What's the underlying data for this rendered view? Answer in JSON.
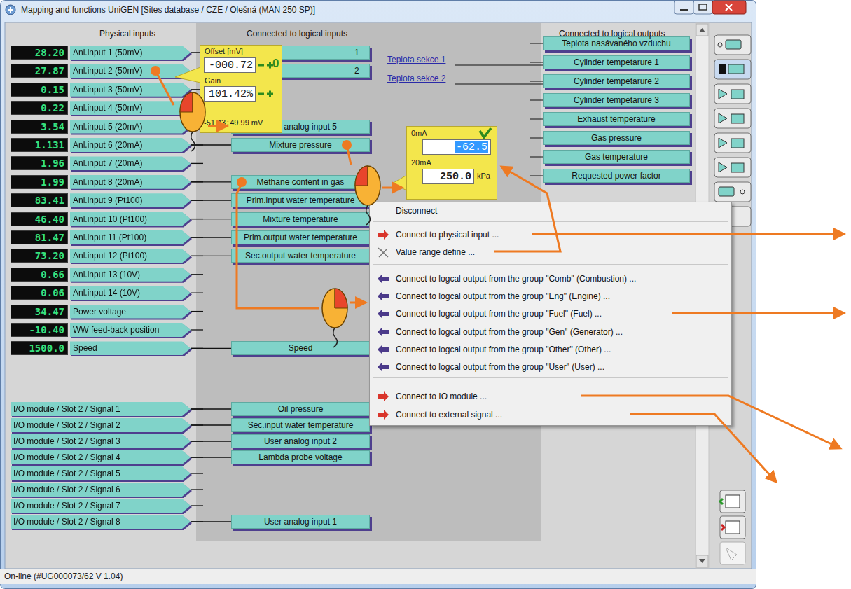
{
  "diagram": {
    "title": "Mapping and functions UniGEN [Sites database / CZE / Olešná (MAN 250 SP)]",
    "nodes": [
      {
        "text": [
          "28.20"
        ]
      },
      {
        "text": [
          "Anl.input 1 (50mV)"
        ]
      },
      {
        "text": [
          "27.87"
        ]
      },
      {
        "text": [
          "Anl.input 2 (50mV)"
        ]
      },
      {
        "text": [
          "0.15"
        ]
      },
      {
        "text": [
          "Anl.input 3 (50mV)"
        ]
      },
      {
        "text": [
          "0.22"
        ]
      },
      {
        "text": [
          "Anl.input 4 (50mV)"
        ]
      },
      {
        "text": [
          "3.54"
        ]
      },
      {
        "text": [
          "Anl.input 5 (20mA)"
        ]
      },
      {
        "text": [
          "1.131"
        ]
      },
      {
        "text": [
          "Anl.input 6 (20mA)"
        ]
      },
      {
        "text": [
          "1.96"
        ]
      },
      {
        "text": [
          "Anl.input 7 (20mA)"
        ]
      },
      {
        "text": [
          "1.99"
        ]
      },
      {
        "text": [
          "Anl.input 8 (20mA)"
        ]
      },
      {
        "text": [
          "83.41"
        ]
      },
      {
        "text": [
          "Anl.input 9 (Pt100)"
        ]
      },
      {
        "text": [
          "46.40"
        ]
      },
      {
        "text": [
          "Anl.input 10 (Pt100)"
        ]
      },
      {
        "text": [
          "81.47"
        ]
      },
      {
        "text": [
          "Anl.input 11 (Pt100)"
        ]
      },
      {
        "text": [
          "73.20"
        ]
      },
      {
        "text": [
          "Anl.input 12 (Pt100)"
        ]
      },
      {
        "text": [
          "0.66"
        ]
      },
      {
        "text": [
          "Anl.input 13 (10V)"
        ]
      },
      {
        "text": [
          "0.06"
        ]
      },
      {
        "text": [
          "Anl.input 14 (10V)"
        ]
      },
      {
        "text": [
          "34.47"
        ]
      },
      {
        "text": [
          "Power voltage"
        ]
      },
      {
        "text": [
          "-10.40"
        ]
      },
      {
        "text": [
          "WW feed-back position"
        ]
      },
      {
        "text": [
          "1500.0"
        ]
      },
      {
        "text": [
          "Speed"
        ]
      },
      {
        "text": [
          "I/O module / Slot 2 / Signal 1"
        ]
      },
      {
        "text": [
          "I/O module / Slot 2 / Signal 2"
        ]
      },
      {
        "text": [
          "I/O module / Slot 2 / Signal 3"
        ]
      },
      {
        "text": [
          "I/O module / Slot 2 / Signal 4"
        ]
      },
      {
        "text": [
          "I/O module / Slot 2 / Signal 5"
        ]
      },
      {
        "text": [
          "I/O module / Slot 2 / Signal 6"
        ]
      },
      {
        "text": [
          "I/O module / Slot 2 / Signal 7"
        ]
      },
      {
        "text": [
          "I/O module / Slot 2 / Signal 8"
        ]
      },
      {
        "text": [
          "User analog input 5"
        ]
      },
      {
        "text": [
          "Mixture pressure"
        ]
      },
      {
        "text": [
          "Methane content in gas"
        ]
      },
      {
        "text": [
          "Prim.input water temperature"
        ]
      },
      {
        "text": [
          "Mixture temperature"
        ]
      },
      {
        "text": [
          "Prim.output water temperature"
        ]
      },
      {
        "text": [
          "Sec.output water temperature"
        ]
      },
      {
        "text": [
          "Speed"
        ]
      },
      {
        "text": [
          "Oil pressure"
        ]
      },
      {
        "text": [
          "Sec.input water temperature"
        ]
      },
      {
        "text": [
          "User analog input 2"
        ]
      },
      {
        "text": [
          "Lambda probe voltage"
        ]
      },
      {
        "text": [
          "User analog input 1"
        ]
      },
      {
        "text": [
          "Teplota nasávaného vzduchu"
        ]
      },
      {
        "text": [
          "Cylinder tempetarure 1"
        ]
      },
      {
        "text": [
          "Cylinder tempetarure 2"
        ]
      },
      {
        "text": [
          "Cylinder tempetarure 3"
        ]
      },
      {
        "text": [
          "Exhaust temperature"
        ]
      },
      {
        "text": [
          "Gas pressure"
        ]
      },
      {
        "text": [
          "Gas temperature"
        ]
      },
      {
        "text": [
          "Requested power factor"
        ]
      }
    ],
    "edges": [
      {
        "from": 9,
        "to": 42,
        "arrow": "none"
      },
      {
        "from": 11,
        "to": 43,
        "arrow": "none"
      },
      {
        "from": 15,
        "to": 44,
        "arrow": "none"
      },
      {
        "from": 17,
        "to": 45,
        "arrow": "none"
      },
      {
        "from": 19,
        "to": 46,
        "arrow": "none"
      },
      {
        "from": 21,
        "to": 47,
        "arrow": "none"
      },
      {
        "from": 23,
        "to": 48,
        "arrow": "none"
      },
      {
        "from": 33,
        "to": 49,
        "arrow": "none"
      },
      {
        "from": 34,
        "to": 50,
        "arrow": "none"
      },
      {
        "from": 35,
        "to": 51,
        "arrow": "none"
      },
      {
        "from": 36,
        "to": 52,
        "arrow": "none"
      },
      {
        "from": 37,
        "to": 53,
        "arrow": "none"
      },
      {
        "from": 41,
        "to": 54,
        "arrow": "none"
      }
    ],
    "labels": [
      "Physical inputs",
      "Connected to logical inputs",
      "Connected to logical outputs",
      "1",
      "2",
      "Teplota sekce 1",
      "Teplota sekce 2",
      "Offset [mV]",
      "-000.72",
      "0",
      "Gain",
      "101.42%",
      "-51.43÷49.99 mV",
      "0mA",
      "-62.5",
      "20mA",
      "250.0",
      "kPa",
      "Disconnect",
      "Connect to physical input ...",
      "Value range define ...",
      "Connect to logcal output from the group \"Comb\" (Combustion) ...",
      "Connect to logcal output from the group \"Eng\" (Engine) ...",
      "Connect to logcal output from the group \"Fuel\" (Fuel) ...",
      "Connect to logcal output from the group \"Gen\" (Generator) ...",
      "Connect to logcal output from the group \"Other\" (Other) ...",
      "Connect to logcal output from the group \"User\" (User) ...",
      "Connect to IO module ...",
      "Connect to external signal ...",
      "On-line (#UG000073/62 V 1.04)"
    ]
  }
}
